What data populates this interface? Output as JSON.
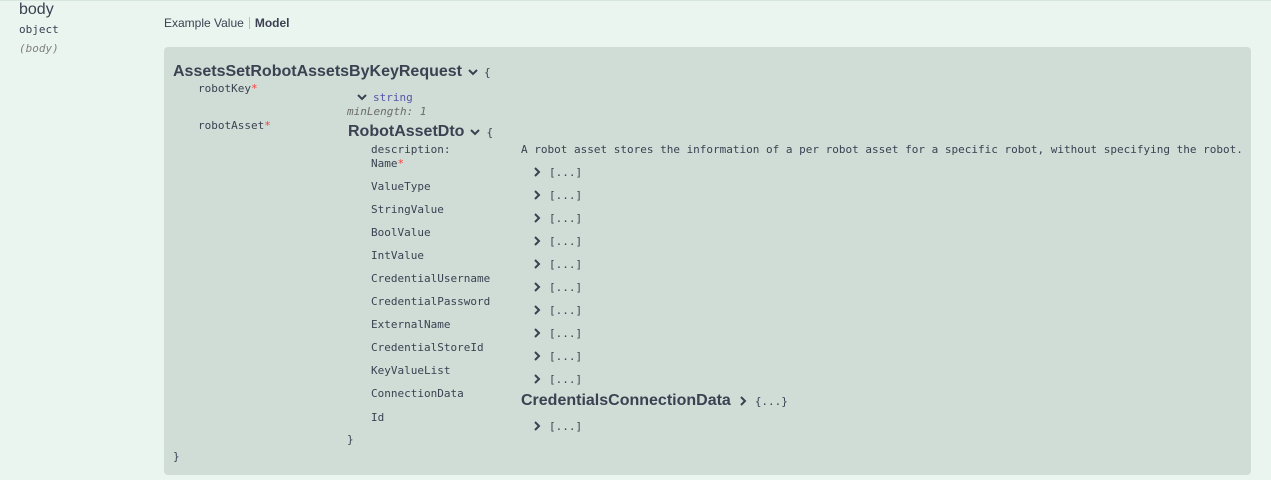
{
  "param": {
    "name": "body",
    "type": "object",
    "in": "(body)"
  },
  "tabs": {
    "example_value": "Example Value",
    "model": "Model"
  },
  "model": {
    "title": "AssetsSetRobotAssetsByKeyRequest",
    "open_brace": "{",
    "close_brace": "}",
    "properties": {
      "robot_key": {
        "label": "robotKey",
        "required_mark": "*",
        "type": "string",
        "constraint": "minLength: 1"
      },
      "robot_asset": {
        "label": "robotAsset",
        "required_mark": "*",
        "model_title": "RobotAssetDto",
        "open_brace": "{",
        "close_brace": "}",
        "description_label": "description:",
        "description": "A robot asset stores the information of a per robot asset for a specific robot, without specifying the robot.",
        "fields": [
          {
            "label": "Name",
            "required_mark": "*",
            "value": "[...]"
          },
          {
            "label": "ValueType",
            "value": "[...]"
          },
          {
            "label": "StringValue",
            "value": "[...]"
          },
          {
            "label": "BoolValue",
            "value": "[...]"
          },
          {
            "label": "IntValue",
            "value": "[...]"
          },
          {
            "label": "CredentialUsername",
            "value": "[...]"
          },
          {
            "label": "CredentialPassword",
            "value": "[...]"
          },
          {
            "label": "ExternalName",
            "value": "[...]"
          },
          {
            "label": "CredentialStoreId",
            "value": "[...]"
          },
          {
            "label": "KeyValueList",
            "value": "[...]"
          },
          {
            "label": "ConnectionData",
            "model_title": "CredentialsConnectionData",
            "value": "{...}"
          },
          {
            "label": "Id",
            "value": "[...]"
          }
        ]
      }
    }
  }
}
